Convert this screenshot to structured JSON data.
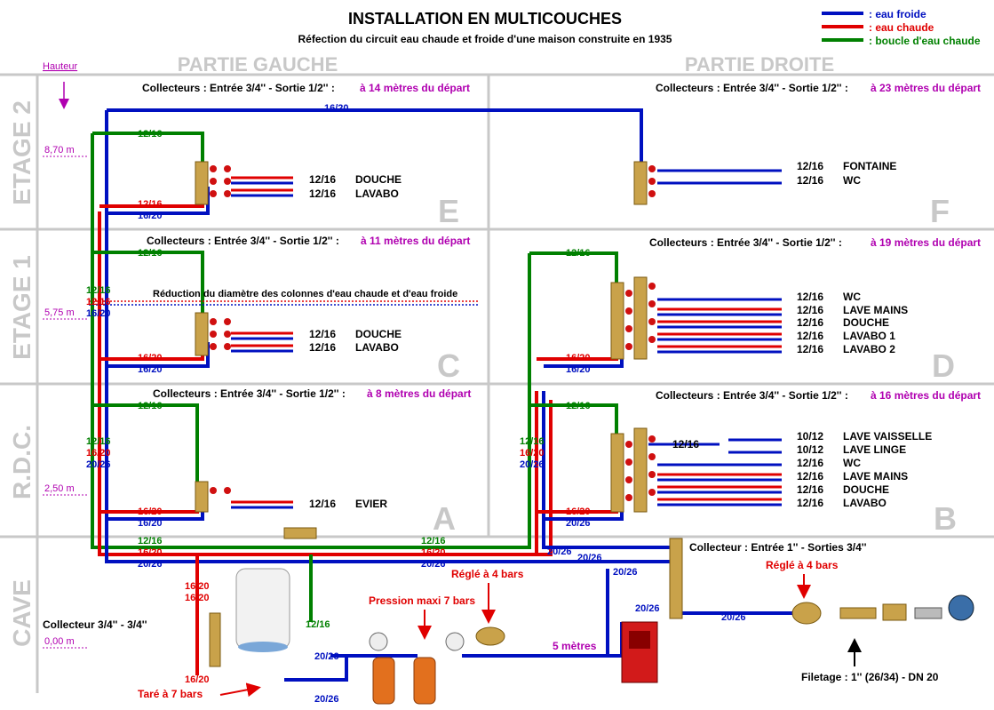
{
  "title": "INSTALLATION EN MULTICOUCHES",
  "subtitle": "Réfection du circuit eau chaude et froide d'une maison construite en 1935",
  "legend": [
    {
      "label": ": eau froide",
      "color": "#0010c0"
    },
    {
      "label": ": eau chaude",
      "color": "#e00000"
    },
    {
      "label": ": boucle d'eau chaude",
      "color": "#008000"
    }
  ],
  "parts": {
    "left": "PARTIE GAUCHE",
    "right": "PARTIE DROITE"
  },
  "height_label": "Hauteur",
  "floors": [
    {
      "name": "ETAGE 2",
      "height": "8,70 m"
    },
    {
      "name": "ETAGE 1",
      "height": "5,75 m"
    },
    {
      "name": "R.D.C.",
      "height": "2,50 m"
    },
    {
      "name": "CAVE",
      "height": "0,00 m"
    }
  ],
  "collectors": {
    "E": {
      "text": "Collecteurs : Entrée 3/4'' - Sortie 1/2'' :",
      "distance": "à 14 mètres du départ"
    },
    "F": {
      "text": "Collecteurs : Entrée 3/4'' - Sortie 1/2'' :",
      "distance": "à 23 mètres du départ"
    },
    "C": {
      "text": "Collecteurs : Entrée 3/4'' - Sortie 1/2'' :",
      "distance": "à 11 mètres du départ"
    },
    "D": {
      "text": "Collecteurs : Entrée 3/4'' - Sortie 1/2'' :",
      "distance": "à 19 mètres du départ"
    },
    "A": {
      "text": "Collecteurs : Entrée 3/4'' - Sortie 1/2'' :",
      "distance": "à 8 mètres du départ"
    },
    "B": {
      "text": "Collecteurs : Entrée 3/4'' - Sortie 1/2'' :",
      "distance": "à 16 mètres du départ"
    },
    "cave": {
      "text": "Collecteur : Entrée    1''  - Sorties 3/4''"
    },
    "cave_left": {
      "text": "Collecteur 3/4'' - 3/4''"
    }
  },
  "zone_letters": [
    "E",
    "F",
    "C",
    "D",
    "A",
    "B"
  ],
  "outlets": {
    "E": [
      {
        "size": "12/16",
        "name": "DOUCHE"
      },
      {
        "size": "12/16",
        "name": "LAVABO"
      }
    ],
    "F": [
      {
        "size": "12/16",
        "name": "FONTAINE"
      },
      {
        "size": "12/16",
        "name": "WC"
      }
    ],
    "C": [
      {
        "size": "12/16",
        "name": "DOUCHE"
      },
      {
        "size": "12/16",
        "name": "LAVABO"
      }
    ],
    "D": [
      {
        "size": "12/16",
        "name": "WC"
      },
      {
        "size": "12/16",
        "name": "LAVE MAINS"
      },
      {
        "size": "12/16",
        "name": "DOUCHE"
      },
      {
        "size": "12/16",
        "name": "LAVABO 1"
      },
      {
        "size": "12/16",
        "name": "LAVABO 2"
      }
    ],
    "A": [
      {
        "size": "12/16",
        "name": "EVIER"
      }
    ],
    "B": [
      {
        "size": "10/12",
        "name": "LAVE VAISSELLE"
      },
      {
        "size": "10/12",
        "name": "LAVE LINGE"
      },
      {
        "size": "12/16",
        "name": "WC"
      },
      {
        "size": "12/16",
        "name": "LAVE MAINS"
      },
      {
        "size": "12/16",
        "name": "DOUCHE"
      },
      {
        "size": "12/16",
        "name": "LAVABO"
      }
    ]
  },
  "reduction_note": "Réduction du diamètre des colonnes d'eau chaude et d'eau froide",
  "pipe_sizes": {
    "s1216": "12/16",
    "s1620": "16/20",
    "s2026": "20/26"
  },
  "cave_notes": {
    "pressure_max": "Pression maxi 7 bars",
    "regle1": "Réglé à 4 bars",
    "regle2": "Réglé à 4 bars",
    "tare": "Taré à 7 bars",
    "metres": "5 mètres",
    "filetage": "Filetage : 1'' (26/34) - DN 20"
  }
}
